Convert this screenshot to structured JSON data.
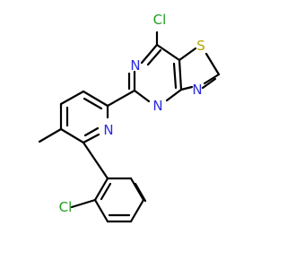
{
  "colors": {
    "background": "#ffffff",
    "bond": "#000000",
    "nitrogen": "#2b2bdc",
    "sulfur": "#b8a400",
    "chlorine": "#1f9e1f"
  },
  "atoms": [
    {
      "id": "cl_top",
      "label": "Cl",
      "element": "chlorine"
    },
    {
      "id": "s_thiazole",
      "label": "S",
      "element": "sulfur"
    },
    {
      "id": "n_pyrimidine_1",
      "label": "N",
      "element": "nitrogen"
    },
    {
      "id": "n_pyrimidine_2",
      "label": "N",
      "element": "nitrogen"
    },
    {
      "id": "n_thiazole",
      "label": "N",
      "element": "nitrogen"
    },
    {
      "id": "n_pyridine",
      "label": "N",
      "element": "nitrogen"
    },
    {
      "id": "cl_bottom",
      "label": "Cl",
      "element": "chlorine"
    }
  ]
}
